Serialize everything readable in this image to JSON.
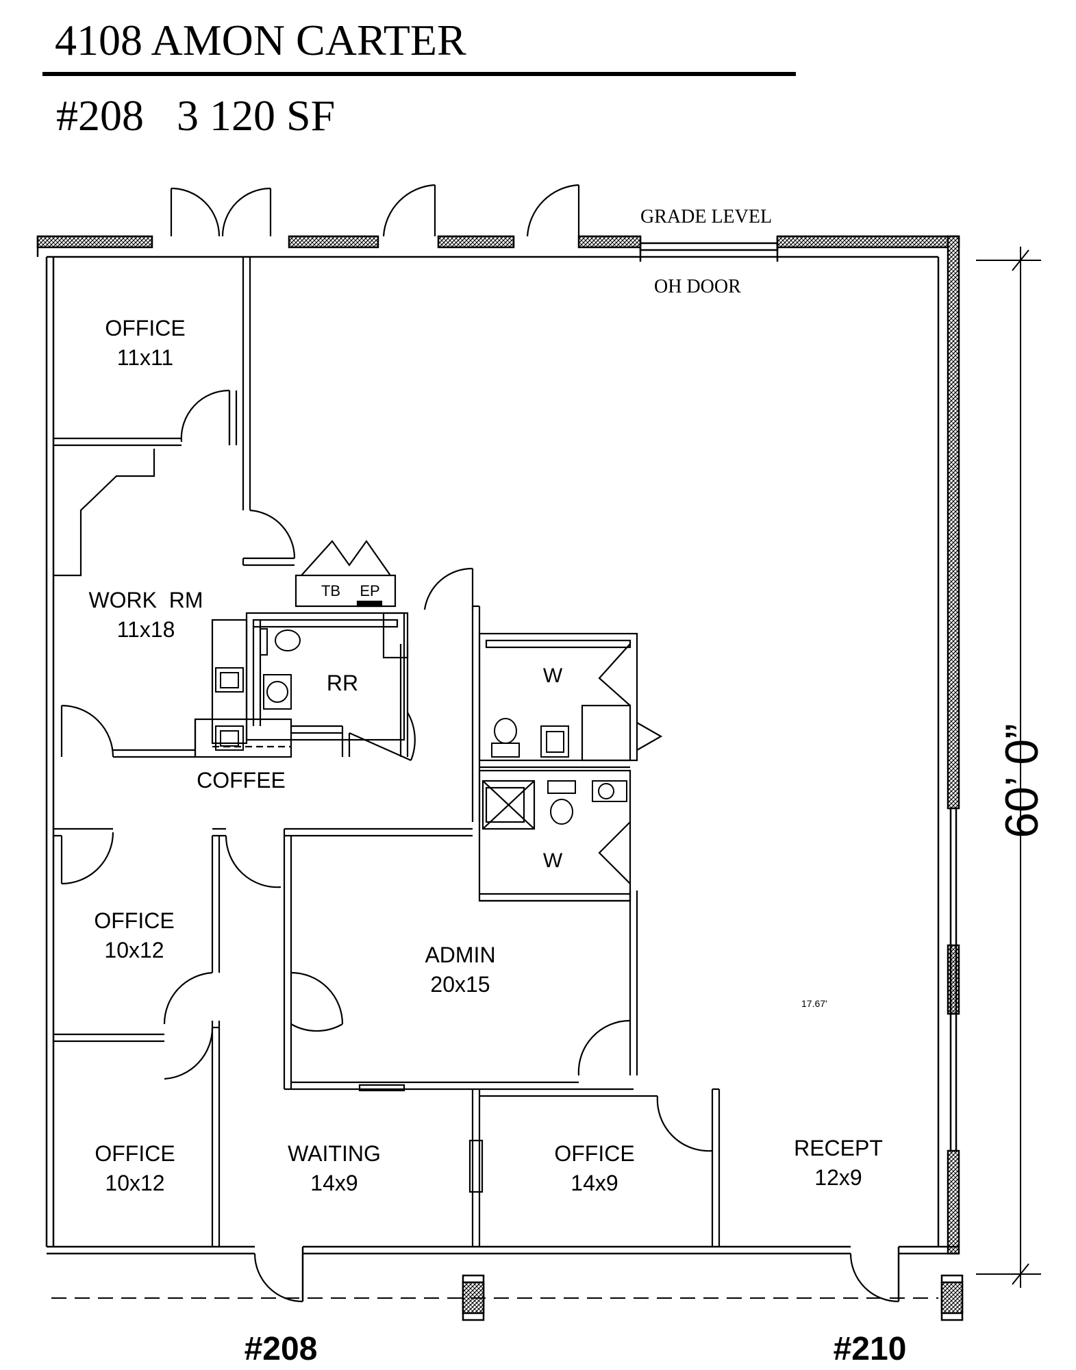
{
  "header": {
    "address": "4108 AMON CARTER",
    "suite_line": "#208   3 120 SF"
  },
  "notes": {
    "grade_level": "GRADE LEVEL",
    "oh_door": "OH DOOR",
    "measure": "17.67'"
  },
  "dimension": {
    "height_label": "60’ 0”"
  },
  "rooms": {
    "office_nw": {
      "name": "OFFICE",
      "size": "11x11"
    },
    "work_room": {
      "name": "WORK  RM",
      "size": "11x18"
    },
    "tb": "TB",
    "ep": "EP",
    "rr": "RR",
    "w_upper": "W",
    "w_lower": "W",
    "coffee": "COFFEE",
    "office_w1": {
      "name": "OFFICE",
      "size": "10x12"
    },
    "admin": {
      "name": "ADMIN",
      "size": "20x15"
    },
    "office_w2": {
      "name": "OFFICE",
      "size": "10x12"
    },
    "waiting": {
      "name": "WAITING",
      "size": "14x9"
    },
    "office_s": {
      "name": "OFFICE",
      "size": "14x9"
    },
    "recept": {
      "name": "RECEPT",
      "size": "12x9"
    }
  },
  "suites": {
    "left": "#208",
    "right": "#210"
  },
  "colors": {
    "ink": "#000000",
    "paper": "#ffffff"
  }
}
